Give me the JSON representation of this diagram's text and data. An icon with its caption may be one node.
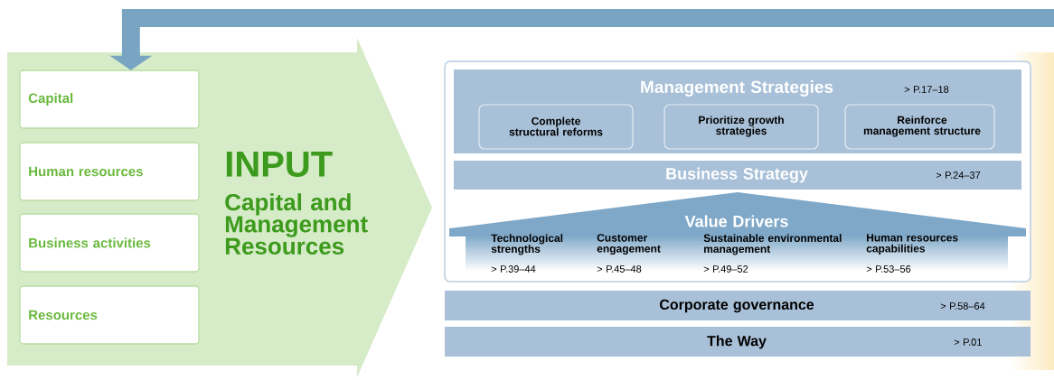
{
  "diagram": {
    "nodes": [
      {
        "text": [
          "INPUT",
          "Capital and Management Resources"
        ]
      },
      {
        "text": [
          "Capital"
        ],
        "in": 0
      },
      {
        "text": [
          "Human resources"
        ],
        "in": 0
      },
      {
        "text": [
          "Business activities"
        ],
        "in": 0
      },
      {
        "text": [
          "Resources"
        ],
        "in": 0
      },
      {
        "text": [],
        "shape": "box"
      },
      {
        "text": [
          "Management Strategies",
          "> P.17–18"
        ],
        "in": 5
      },
      {
        "text": [
          "Complete structural reforms"
        ],
        "in": 6
      },
      {
        "text": [
          "Prioritize growth strategies"
        ],
        "in": 6
      },
      {
        "text": [
          "Reinforce management structure"
        ],
        "in": 6
      },
      {
        "text": [
          "Business Strategy",
          "> P.24–37"
        ],
        "in": 5
      },
      {
        "text": [
          "Value Drivers",
          "Technological strengths",
          "> P.39–44",
          "Customer engagement",
          "> P.45–48",
          "Sustainable environmental management",
          "> P.49–52",
          "Human resources capabilities",
          "> P.53–56"
        ],
        "in": 5
      },
      {
        "text": [
          "Corporate governance",
          "> P.58–64"
        ]
      },
      {
        "text": [
          "The Way",
          "> P.01"
        ]
      }
    ],
    "edges": [
      {
        "from": null,
        "to": 1,
        "arrow": "to"
      }
    ]
  }
}
